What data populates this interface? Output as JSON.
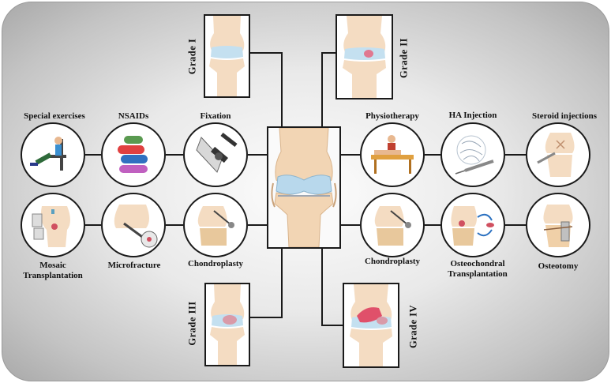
{
  "center": {
    "name": "knee-joint-center-image"
  },
  "grades": [
    {
      "id": "grade-1",
      "label": "Grade  I"
    },
    {
      "id": "grade-2",
      "label": "Grade  II"
    },
    {
      "id": "grade-3",
      "label": "Grade  III"
    },
    {
      "id": "grade-4",
      "label": "Grade  IV"
    }
  ],
  "treatments": {
    "left_top": [
      {
        "id": "special-exercises",
        "label": "Special exercises"
      },
      {
        "id": "nsaids",
        "label": "NSAIDs"
      },
      {
        "id": "fixation",
        "label": "Fixation"
      }
    ],
    "left_bottom": [
      {
        "id": "mosaic-transplantation",
        "label": "Mosaic\nTransplantation"
      },
      {
        "id": "microfracture",
        "label": "Microfracture"
      },
      {
        "id": "chondroplasty-left",
        "label": "Chondroplasty"
      }
    ],
    "right_top": [
      {
        "id": "physiotherapy",
        "label": "Physiotherapy"
      },
      {
        "id": "ha-injection",
        "label": "HA Injection"
      },
      {
        "id": "steroid-injections",
        "label": "Steroid injections"
      }
    ],
    "right_bottom": [
      {
        "id": "chondroplasty-right",
        "label": "Chondroplasty"
      },
      {
        "id": "osteochondral-transplantation",
        "label": "Osteochondral\nTransplantation"
      },
      {
        "id": "osteotomy",
        "label": "Osteotomy"
      }
    ]
  },
  "colors": {
    "bone": "#f2d5b4",
    "cartilage": "#b8d8ec",
    "lesion": "#e0506a",
    "outline": "#1a1a1a"
  }
}
